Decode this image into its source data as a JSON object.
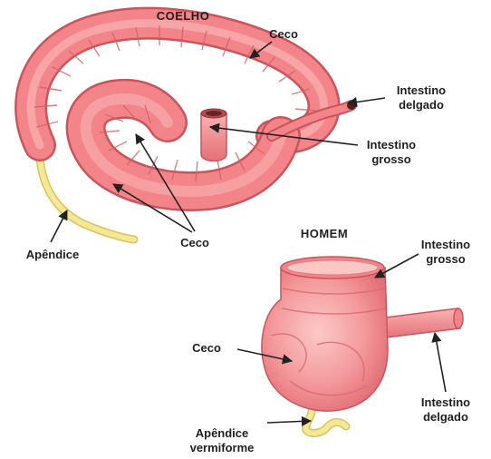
{
  "rabbit": {
    "title": "COELHO",
    "labels": {
      "ceco_top": "Ceco",
      "small_intestine_line1": "Intestino",
      "small_intestine_line2": "delgado",
      "large_intestine_line1": "Intestino",
      "large_intestine_line2": "grosso",
      "ceco_bottom": "Ceco",
      "appendix": "Apêndice"
    }
  },
  "human": {
    "title": "HOMEM",
    "labels": {
      "large_intestine_line1": "Intestino",
      "large_intestine_line2": "grosso",
      "ceco": "Ceco",
      "small_intestine_line1": "Intestino",
      "small_intestine_line2": "delgado",
      "appendix_line1": "Apêndice",
      "appendix_line2": "vermiforme"
    }
  },
  "colors": {
    "tissue": "#f2848a",
    "tissue_light": "#f9b3b2",
    "tissue_dark": "#c9555c",
    "appendix": "#f0e08a",
    "arrow": "#222222"
  }
}
